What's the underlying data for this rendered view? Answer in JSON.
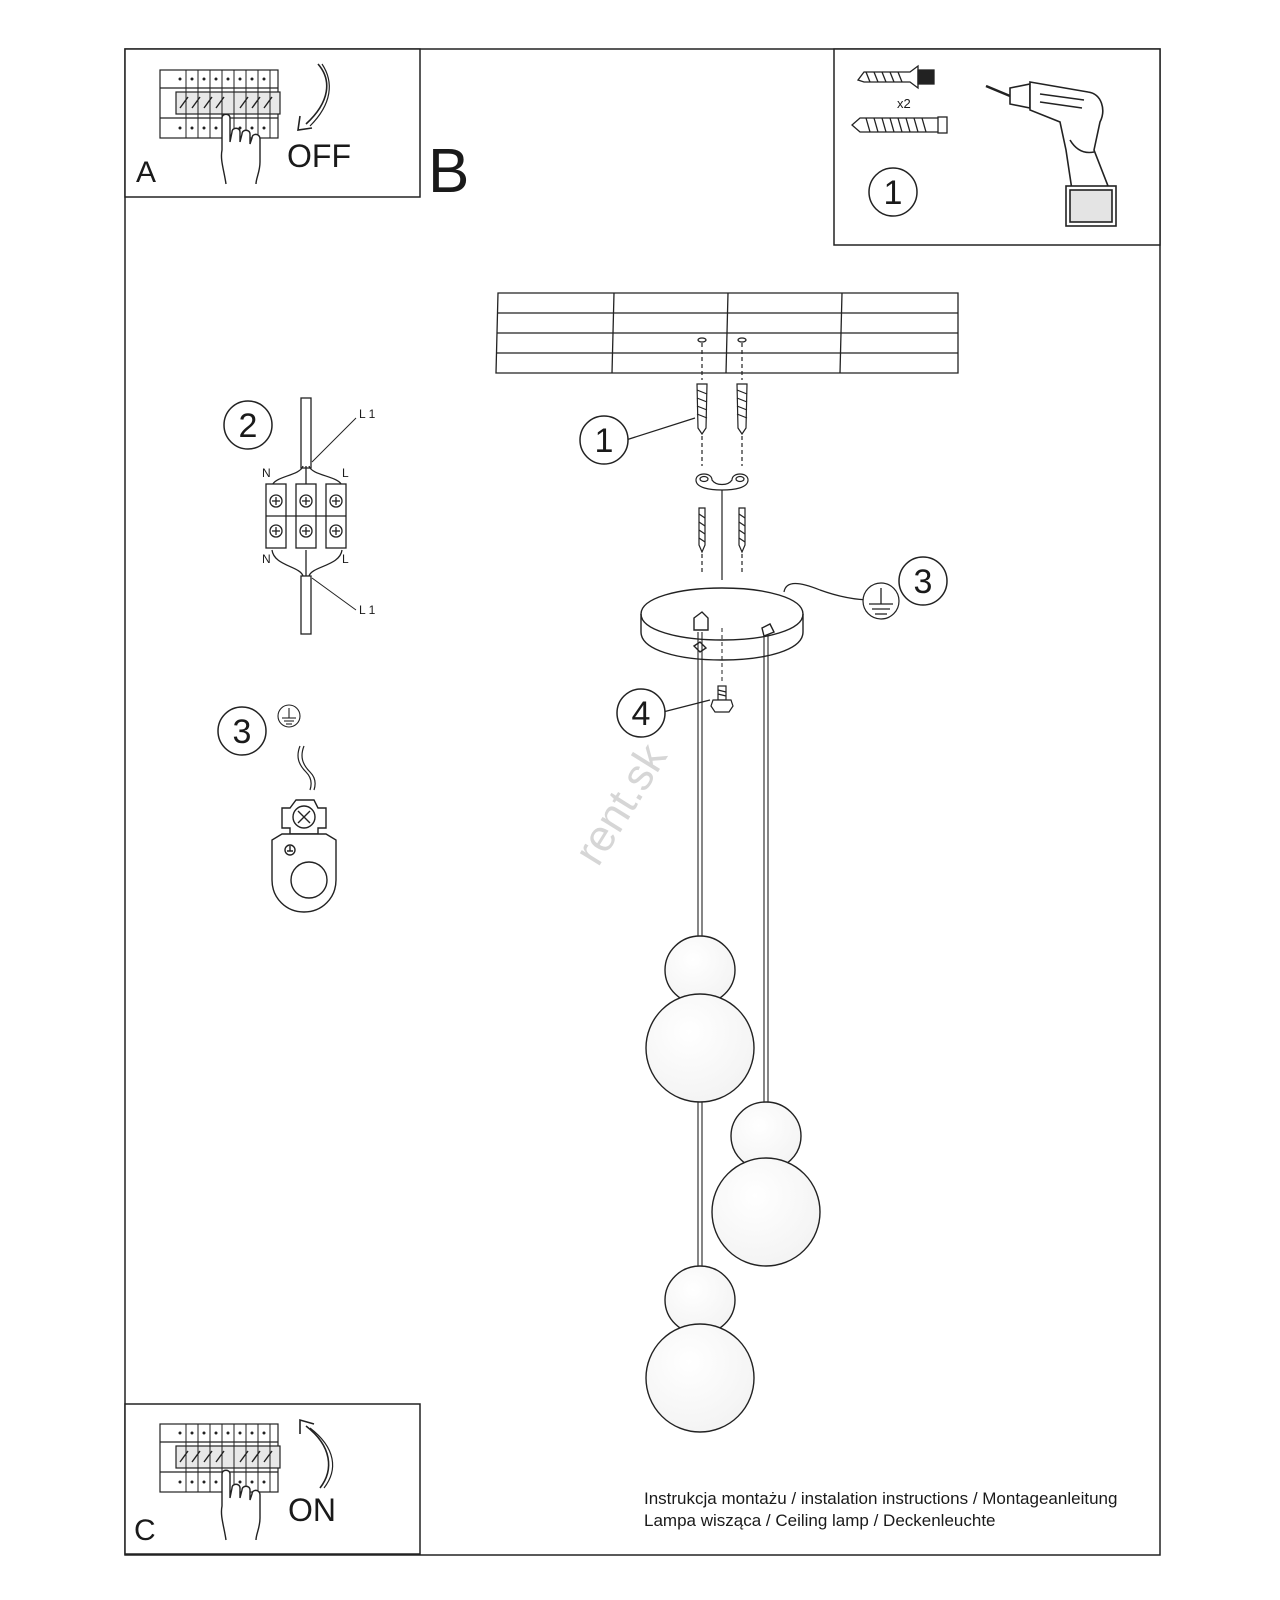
{
  "panels": {
    "a": {
      "letter": "A",
      "switch_text": "OFF"
    },
    "b": {
      "letter": "B"
    },
    "c": {
      "letter": "C",
      "switch_text": "ON"
    }
  },
  "tools": {
    "quantity": "x2",
    "step": "1"
  },
  "callouts": {
    "dowel": "1",
    "connector": "2",
    "ground_main": "3",
    "ground_detail": "3",
    "screw": "4"
  },
  "wiring": {
    "n_top": "N",
    "l_top": "L",
    "n_bottom": "N",
    "l_bottom": "L",
    "l1_top": "L 1",
    "l1_bottom": "L 1"
  },
  "watermark": "rent.sk",
  "caption": {
    "line1": "Instrukcja montażu / instalation instructions / Montageanleitung",
    "line2": "Lampa wisząca / Ceiling lamp / Deckenleuchte"
  },
  "icons": [
    "breaker-panel-icon",
    "hand-icon",
    "rotate-arrow-icon",
    "wall-plug-icon",
    "screw-icon",
    "drill-icon",
    "ground-symbol-icon",
    "terminal-block-icon",
    "ground-clamp-icon"
  ]
}
